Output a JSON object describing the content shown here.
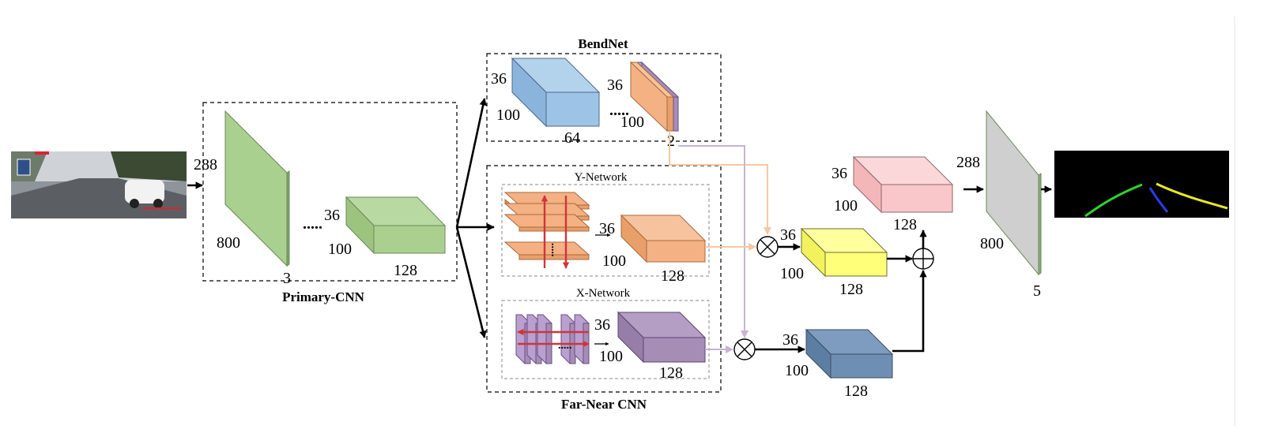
{
  "titles": {
    "primary": "Primary-CNN",
    "bendnet": "BendNet",
    "farnear": "Far-Near CNN",
    "ynet": "Y-Network",
    "xnet": "X-Network"
  },
  "dims": {
    "input_h": "288",
    "input_w": "800",
    "input_c": "3",
    "primary_h": "36",
    "primary_w": "100",
    "primary_c": "128",
    "bend1_h": "36",
    "bend1_w": "100",
    "bend1_c": "64",
    "bend2_h": "36",
    "bend2_w": "100",
    "bend2_c": "2",
    "y_h": "36",
    "y_w": "100",
    "y_c": "128",
    "x_h": "36",
    "x_w": "100",
    "x_c": "128",
    "pink_h": "36",
    "pink_w": "100",
    "pink_c": "128",
    "yellow_h": "36",
    "yellow_w": "100",
    "yellow_c": "128",
    "blue_h": "36",
    "blue_w": "100",
    "blue_c": "128",
    "out_h": "288",
    "out_w": "800",
    "out_c": "5"
  },
  "colors": {
    "green": "#a9d08e",
    "blue_light": "#9dc3e6",
    "orange": "#f4b183",
    "purple": "#a58db5",
    "pink": "#f9c7c9",
    "yellow": "#ffff7a",
    "steel": "#6e8fb3",
    "gray": "#cfcfcf",
    "red": "#d0343a"
  },
  "icons": {
    "multiply": "circle-times-icon",
    "add": "circle-plus-icon"
  }
}
